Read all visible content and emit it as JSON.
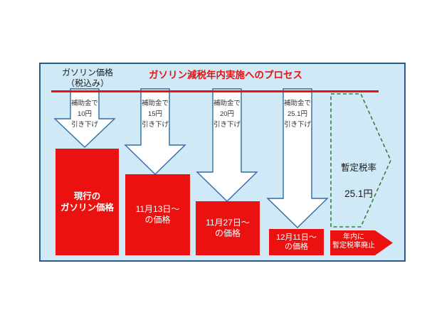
{
  "panel": {
    "price_axis_label": "ガソリン価格\n（税込み）",
    "title": "ガソリン減税年内実施へのプロセス"
  },
  "steps": [
    {
      "arrow_label": "補助金で\n10円\n引き下げ",
      "bar_label": "現行の\nガソリン価格"
    },
    {
      "arrow_label": "補助金で\n15円\n引き下げ",
      "bar_label": "11月13日～\nの価格"
    },
    {
      "arrow_label": "補助金で\n20円\n引き下げ",
      "bar_label": "11月27日～\nの価格"
    },
    {
      "arrow_label": "補助金で\n25.1円\n引き下げ",
      "bar_label": "12月11日～\nの価格"
    }
  ],
  "provisional_tax": {
    "title": "暫定税率",
    "amount": "25.1円"
  },
  "goal_arrow": {
    "label": "年内に\n暫定税率廃止"
  },
  "colors": {
    "red": "#ec1111",
    "panel_bg": "#cfe9f7",
    "panel_border": "#2a5a88",
    "arrow_stroke": "#2e6da4",
    "green": "#35803a"
  }
}
